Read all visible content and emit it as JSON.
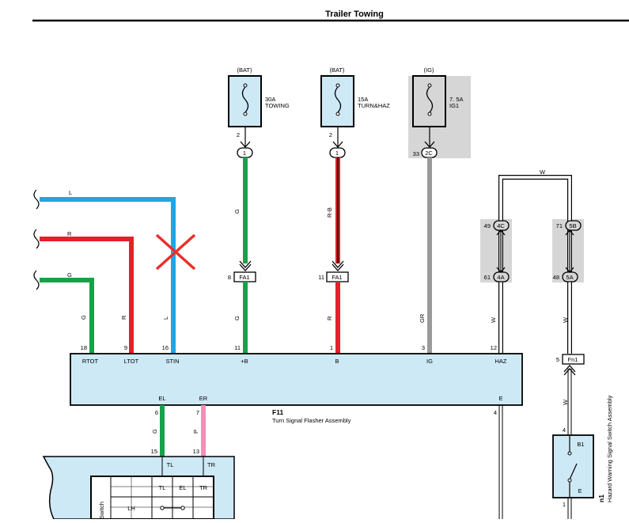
{
  "title": "Trailer Towing",
  "fuses": [
    {
      "source": "(BAT)",
      "rating": "30A",
      "name": "TOWING",
      "pin": "2",
      "connector": "1",
      "wire_color": "G"
    },
    {
      "source": "(BAT)",
      "rating": "15A",
      "name": "TURN&HAZ",
      "pin": "2",
      "connector": "1",
      "wire_color": "R-B"
    },
    {
      "source": "(IG)",
      "rating": "7. 5A",
      "name": "IG1",
      "pin": "33",
      "connector": "2C",
      "wire_color": "GR"
    }
  ],
  "fa1_connectors": [
    {
      "pin": "8",
      "label": "FA1",
      "wire_color": "G"
    },
    {
      "pin": "11",
      "label": "FA1",
      "wire_color": "R"
    }
  ],
  "incoming_wires": [
    {
      "label": "L"
    },
    {
      "label": "R"
    },
    {
      "label": "G"
    }
  ],
  "vertical_wire_labels": {
    "rtot": "G",
    "ltot": "R",
    "stin": "L"
  },
  "haz_junction": {
    "top_wire": "W",
    "left": {
      "top_pin": "49",
      "top_conn": "4C",
      "bottom_pin": "61",
      "bottom_conn": "4A",
      "wire": "W"
    },
    "right": {
      "top_pin": "71",
      "top_conn": "5B",
      "bottom_pin": "48",
      "bottom_conn": "5A",
      "wire": "W"
    }
  },
  "flasher": {
    "id": "F11",
    "name": "Turn Signal Flasher Assembly",
    "terminals": [
      {
        "pin": "18",
        "name": "RTOT"
      },
      {
        "pin": "9",
        "name": "LTOT"
      },
      {
        "pin": "16",
        "name": "STIN"
      },
      {
        "pin": "11",
        "name": "+B"
      },
      {
        "pin": "1",
        "name": "B"
      },
      {
        "pin": "3",
        "name": "IG"
      },
      {
        "pin": "12",
        "name": "HAZ"
      }
    ],
    "bottom_terminals": [
      {
        "pin": "6",
        "name": "EL",
        "wire_color": "G"
      },
      {
        "pin": "7",
        "name": "ER",
        "wire_color": "P"
      },
      {
        "pin": "4",
        "name": "E"
      }
    ]
  },
  "hazard_switch": {
    "id": "n1",
    "name": "Hazard Warning Signal Switch Assembly",
    "connector_pin": "5",
    "connector": "Fn1",
    "wire_color": "W",
    "pin_top": "4",
    "terminal_top": "B1",
    "terminal_bottom": "E",
    "pin_bottom": "1"
  },
  "turn_switch": {
    "label": "Switch",
    "pins": [
      {
        "pin": "15",
        "name": "TL"
      },
      {
        "pin": "13",
        "name": "TR"
      }
    ],
    "headers": [
      "TL",
      "EL",
      "TR"
    ],
    "rows": [
      "LH"
    ]
  },
  "cross_mark_color": "#e8302a",
  "colors": {
    "G": "#17a24a",
    "R": "#e4202a",
    "L": "#1ea6e6",
    "GR": "#9a9a9a",
    "P": "#f090b8",
    "W": "#ffffff",
    "module": "#cde9f6"
  }
}
